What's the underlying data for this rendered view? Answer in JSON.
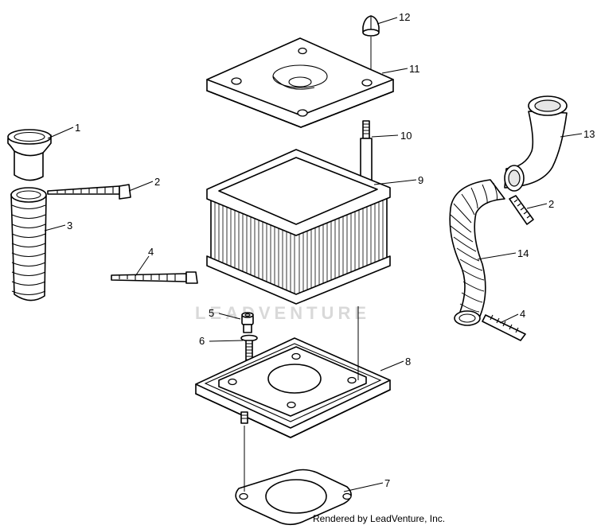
{
  "watermark": "LEADVENTURE",
  "credit": "Rendered by LeadVenture, Inc.",
  "callouts": {
    "c1": "1",
    "c2a": "2",
    "c2b": "2",
    "c3": "3",
    "c4a": "4",
    "c4b": "4",
    "c5": "5",
    "c6": "6",
    "c7": "7",
    "c8": "8",
    "c9": "9",
    "c10": "10",
    "c11": "11",
    "c12": "12",
    "c13": "13",
    "c14": "14"
  }
}
